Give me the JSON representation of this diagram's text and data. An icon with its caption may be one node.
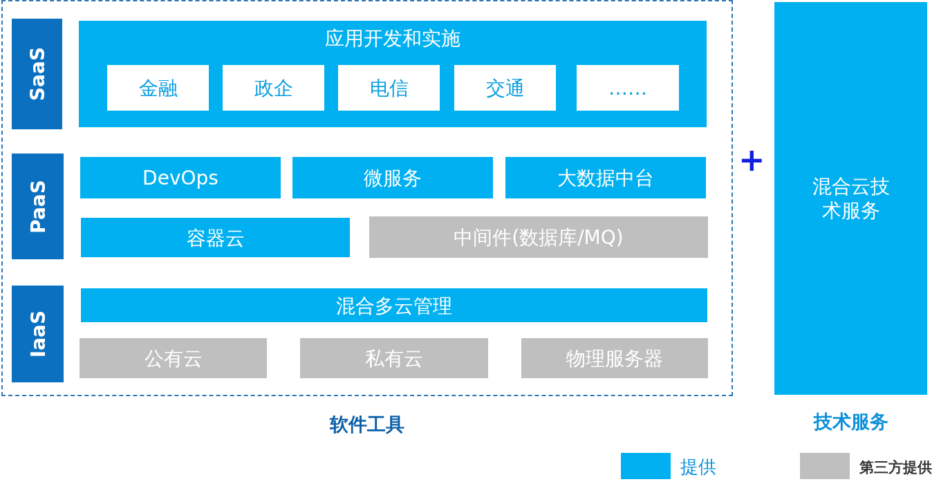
{
  "diagram": {
    "nodes": [
      {
        "text": [
          "软件工具"
        ]
      },
      {
        "text": [
          "SaaS"
        ],
        "in": 0
      },
      {
        "text": [
          "应用开发和实施"
        ],
        "in": 0
      },
      {
        "text": [
          "金融"
        ],
        "in": 2
      },
      {
        "text": [
          "政企"
        ],
        "in": 2
      },
      {
        "text": [
          "电信"
        ],
        "in": 2
      },
      {
        "text": [
          "交通"
        ],
        "in": 2
      },
      {
        "text": [
          "……"
        ],
        "in": 2
      },
      {
        "text": [
          "PaaS"
        ],
        "in": 0
      },
      {
        "text": [
          "DevOps"
        ],
        "in": 0
      },
      {
        "text": [
          "微服务"
        ],
        "in": 0
      },
      {
        "text": [
          "大数据中台"
        ],
        "in": 0
      },
      {
        "text": [
          "容器云"
        ],
        "in": 0
      },
      {
        "text": [
          "中间件(数据库/MQ)"
        ],
        "in": 0
      },
      {
        "text": [
          "IaaS"
        ],
        "in": 0
      },
      {
        "text": [
          "混合多云管理"
        ],
        "in": 0
      },
      {
        "text": [
          "公有云"
        ],
        "in": 0
      },
      {
        "text": [
          "私有云"
        ],
        "in": 0
      },
      {
        "text": [
          "物理服务器"
        ],
        "in": 0
      },
      {
        "text": [
          "混合云技术服务",
          "技术服务"
        ]
      }
    ],
    "edges": [],
    "labels": [
      "+"
    ],
    "legend": [
      {
        "text": "提供",
        "color": "#00b0f0"
      },
      {
        "text": "第三方提供",
        "color": "#bfbfbf"
      }
    ]
  }
}
